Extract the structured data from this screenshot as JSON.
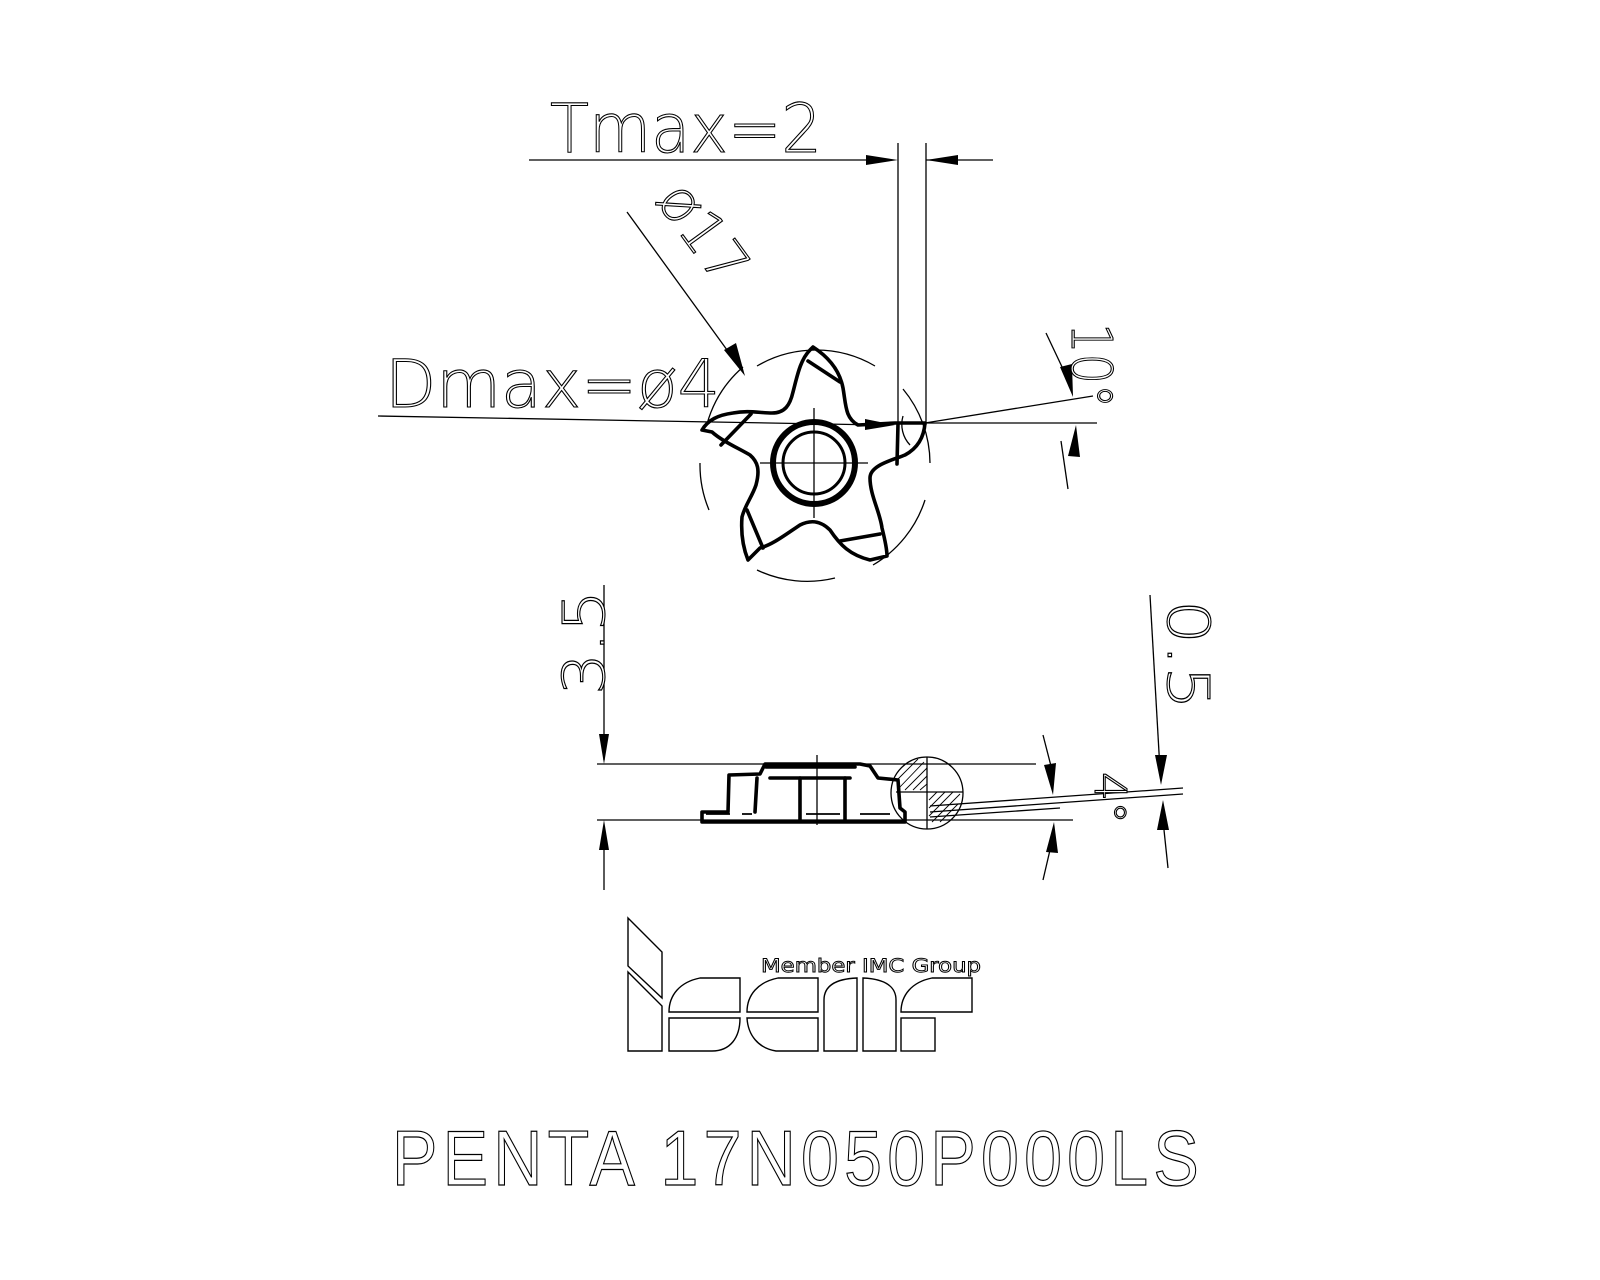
{
  "drawing": {
    "type": "technical-drawing",
    "subject": "grooving/milling insert",
    "dimensions": {
      "tmax": {
        "label": "Tmax=2",
        "value": 2
      },
      "dmax": {
        "label": "Dmax=ø4",
        "value": 4
      },
      "diameter": {
        "label": "ø17",
        "value": 17
      },
      "relief_angle_top": {
        "label": "10°",
        "value": 10
      },
      "height": {
        "label": "3.5",
        "value": 3.5
      },
      "edge_thickness": {
        "label": "0.5",
        "value": 0.5
      },
      "relief_angle_side": {
        "label": "4°",
        "value": 4
      }
    },
    "views": {
      "top_view": "five-tooth star insert with center bore",
      "side_view": "profile with hatched detail circle"
    }
  },
  "logo": {
    "brand": "iscar",
    "tagline": "Member IMC Group"
  },
  "title": {
    "part_number": "PENTA 17N050P000LS"
  }
}
